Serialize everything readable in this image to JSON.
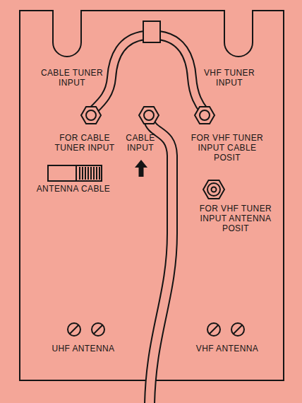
{
  "diagram": {
    "labels": [
      "CABLE TUNER INPUT",
      "VHF TUNER INPUT",
      "FOR CABLE TUNER INPUT",
      "CABLE INPUT",
      "FOR VHF TUNER INPUT CABLE POSIT",
      "ANTENNA CABLE",
      "FOR VHF TUNER INPUT ANTENNA POSIT",
      "UHF ANTENNA",
      "VHF ANTENNA"
    ]
  }
}
